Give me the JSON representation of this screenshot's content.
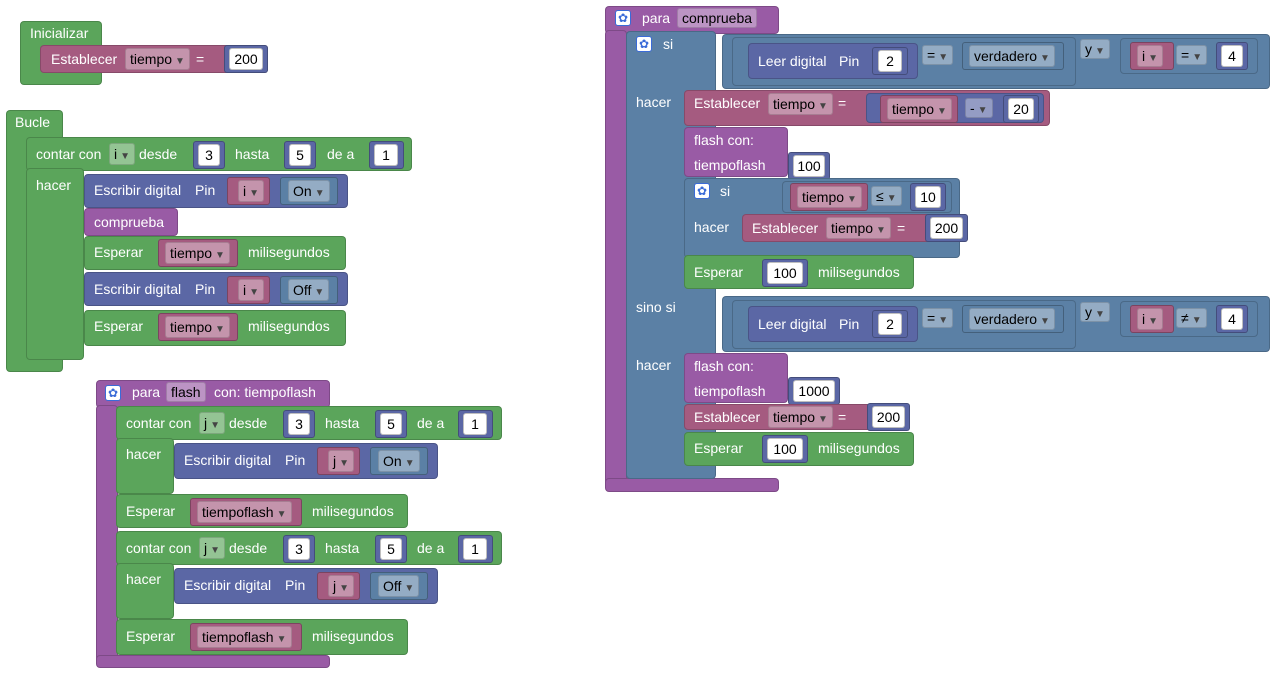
{
  "colors": {
    "loop_green": "#5ba55b",
    "variable_pink": "#a55b80",
    "procedure_purple": "#995ba5",
    "logic_blue": "#5b80a5",
    "math_indigo": "#5b67a5"
  },
  "init_block": {
    "title": "Inicializar",
    "set_label": "Establecer",
    "var": "tiempo",
    "eq": "=",
    "value": "200"
  },
  "loop_block": {
    "title": "Bucle",
    "count_label": "contar con",
    "var": "i",
    "from": "desde",
    "from_val": "3",
    "to": "hasta",
    "to_val": "5",
    "step": "de a",
    "step_val": "1",
    "do": "hacer",
    "write": "Escribir digital",
    "pin": "Pin",
    "on": "On",
    "off": "Off",
    "call": "comprueba",
    "wait": "Esperar",
    "wait_var": "tiempo",
    "ms": "milisegundos"
  },
  "flash_proc": {
    "header_for": "para",
    "name": "flash",
    "with": "con: tiempoflash",
    "count_label": "contar con",
    "var": "j",
    "from": "desde",
    "from_val": "3",
    "to": "hasta",
    "to_val": "5",
    "step": "de a",
    "step_val": "1",
    "do": "hacer",
    "write": "Escribir digital",
    "pin": "Pin",
    "on": "On",
    "off": "Off",
    "wait": "Esperar",
    "wait_var": "tiempoflash",
    "ms": "milisegundos"
  },
  "check_proc": {
    "header_for": "para",
    "name": "comprueba",
    "if": "si",
    "do": "hacer",
    "else_if": "sino si",
    "read": "Leer digital",
    "pin": "Pin",
    "pin_val": "2",
    "eq_op": "=",
    "true_val": "verdadero",
    "and": "y",
    "var_i": "i",
    "i_val": "4",
    "neq_op": "≠",
    "set_label": "Establecer",
    "var_t": "tiempo",
    "eq": "=",
    "minus": "-",
    "dec_val": "20",
    "flash_call": "flash con:",
    "flash_arg": "tiempoflash",
    "flash_val": "100",
    "inner_if": "si",
    "le_op": "≤",
    "le_val": "10",
    "reset_val": "200",
    "wait": "Esperar",
    "wait_val": "100",
    "ms": "milisegundos",
    "flash_val2": "1000",
    "set_val2": "200",
    "wait_val2": "100"
  }
}
